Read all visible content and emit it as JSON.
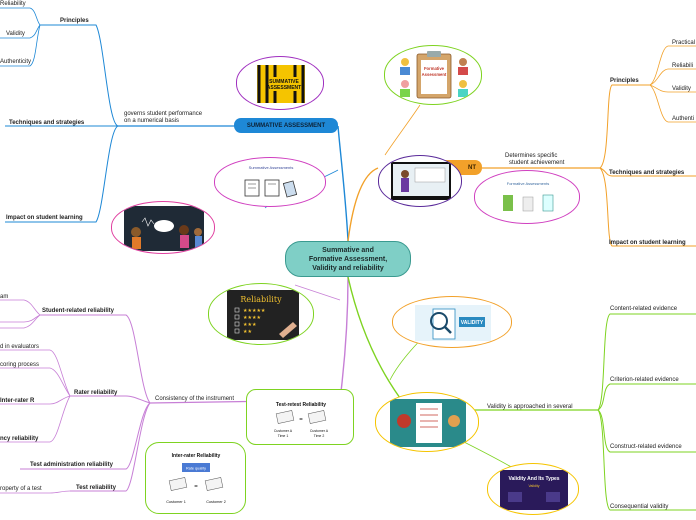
{
  "center": {
    "line1": "Summative and",
    "line2": "Formative Assessment,",
    "line3": "Validity and reliability"
  },
  "summative": {
    "label": "SUMMATIVE ASSESSMENT",
    "governs_line1": "governs student performance",
    "governs_line2": "on a numerical basis",
    "principles": "Principles",
    "principles_items": [
      "Reliability",
      "Validity",
      "Authenticity"
    ],
    "techniques": "Techniques and strategies",
    "impact": "Impact on student learning"
  },
  "formative": {
    "label": "NT",
    "determines_line1": "Determines specific",
    "determines_line2": "student achievement",
    "principles": "Principles",
    "principles_items": [
      "Practical",
      "Reliabili",
      "Validity",
      "Authenti"
    ],
    "techniques": "Techniques and strategies",
    "impact": "Impact on student learning"
  },
  "reliability": {
    "consistency": "Consistency of the instrument",
    "student_related": "Student-related reliability",
    "student_items": [
      "am",
      "",
      ""
    ],
    "rater": "Rater reliability",
    "rater_items": [
      "d in evaluators",
      "coring process",
      "Inter-rater R",
      "ncy reliability"
    ],
    "test_admin": "Test administration reliability",
    "test_rel": "Test reliability",
    "test_rel_item": "roperty of a test"
  },
  "validity": {
    "approached": "Validity is approached in several",
    "items": [
      "Content-related evidence",
      "Criterion-related evidence",
      "Construct-related evidence",
      "Consequential validity"
    ]
  },
  "images": {
    "summative_caption1": "SUMMATIVE",
    "summative_caption2": "ASSESSMENT",
    "formative_caption1": "Formative",
    "formative_caption2": "Assessment",
    "sa_banner": "Summative Assessments",
    "fa_banner": "Formative Assessments",
    "reliability_title": "Reliability",
    "testretest_title": "Test-retest Reliability",
    "testretest_c1a": "Customer A",
    "testretest_c1b": "Time 1",
    "testretest_c2a": "Customer A",
    "testretest_c2b": "Time 2",
    "interrater_title": "Inter-rater Reliability",
    "interrater_box": "Rate quality",
    "interrater_c1": "Customer 1",
    "interrater_c2": "Customer 2",
    "validity_tag": "VALIDITY",
    "validity_types_title": "Validity And Its Types",
    "validity_types_sub": "Validity"
  },
  "colors": {
    "summative": "#1e88d6",
    "formative": "#f2a12a",
    "reliability": "#c77fd6",
    "validity": "#7ed321",
    "center": "#7fcfc6"
  }
}
